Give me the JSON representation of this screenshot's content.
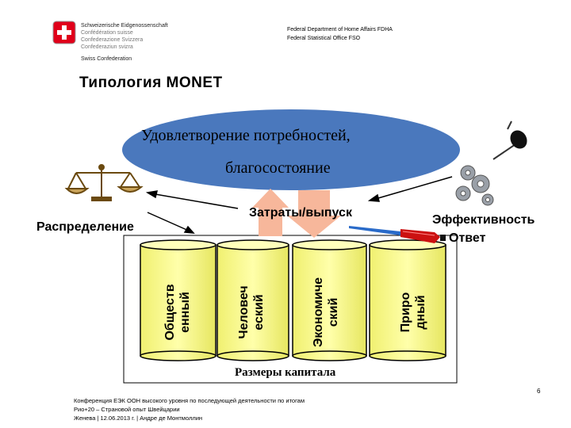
{
  "header": {
    "confederation_lines": [
      "Schweizerische Eidgenossenschaft",
      "Confédération suisse",
      "Confederazione Svizzera",
      "Confederaziun svizra"
    ],
    "swiss_confederation": "Swiss Confederation",
    "department": "Federal Department of Home Affairs FDHA",
    "office": "Federal Statistical Office FSO"
  },
  "title": "Типология MONET",
  "diagram": {
    "ellipse_line1": "Удовлетворение потребностей,",
    "ellipse_line2": "благосостояние",
    "distribution": "Распределение",
    "costs_output": "Затраты/выпуск",
    "efficiency": "Эффективность",
    "response": "Ответ",
    "capital_size": "Размеры капитала",
    "cylinders": [
      {
        "line1": "Обществ",
        "line2": "енный"
      },
      {
        "line1": "Человеч",
        "line2": "еский"
      },
      {
        "line1": "Экономиче",
        "line2": "ский"
      },
      {
        "line1": "Приро",
        "line2": "дный"
      }
    ]
  },
  "footer": {
    "line1": "Конференция ЕЭК ООН высокого уровня по последующей деятельности по итогам",
    "line2": "Рио+20 – Страновой опыт Швейцарии",
    "line3": "Женева | 12.06.2013 г. | Андре де Монтмоллин"
  },
  "page_number": "6",
  "colors": {
    "ellipse": "#4a78bd",
    "cylinder": "#ffff99",
    "arrow": "#f7b79b",
    "screwdriver": "#cc1111"
  }
}
